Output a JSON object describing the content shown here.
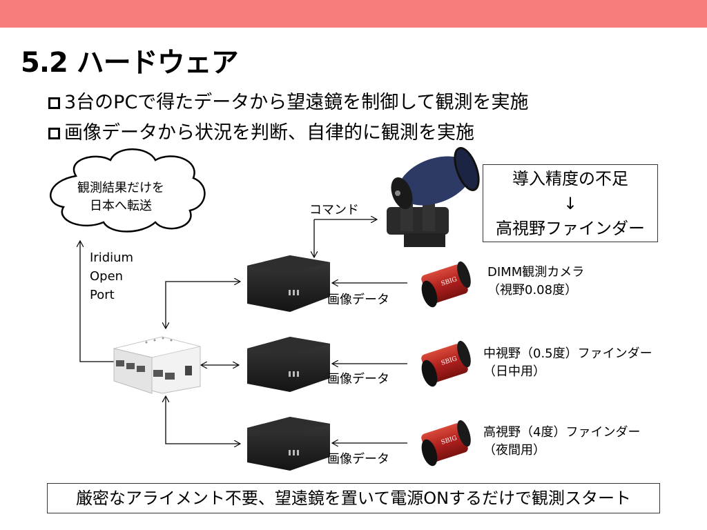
{
  "slide": {
    "title": "5.2 ハードウェア",
    "bullets": [
      "3台のPCで得たデータから望遠鏡を制御して観測を実施",
      "画像データから状況を判断、自律的に観測を実施"
    ]
  },
  "diagram": {
    "cloud_text_line1": "観測結果だけを",
    "cloud_text_line2": "日本へ転送",
    "iridium_label": [
      "Iridium",
      "Open",
      "Port"
    ],
    "command_label": "コマンド",
    "image_data_label": "画像データ",
    "note": {
      "line1": "導入精度の不足",
      "arrow": "↓",
      "line3": "高視野ファインダー"
    },
    "cameras": [
      {
        "line1": "DIMM観測カメラ",
        "line2": "（視野0.08度）",
        "logo": "SBIG"
      },
      {
        "line1": "中視野（0.5度）ファインダー",
        "line2": "（日中用）",
        "logo": "SBIG"
      },
      {
        "line1": "高視野（4度）ファインダー",
        "line2": "（夜間用）",
        "logo": "SBIG"
      }
    ],
    "bottom_statement": "厳密なアライメント不要、望遠鏡を置いて電源ONするだけで観測スタート"
  },
  "colors": {
    "top_bar": "#f47c7c",
    "camera_body": "#b0201e",
    "pc_body": "#1c1c1c",
    "telescope_tube": "#2e3a66"
  }
}
